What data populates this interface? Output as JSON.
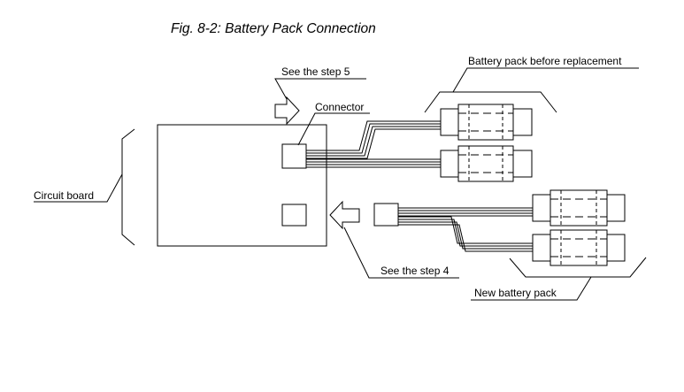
{
  "figure": {
    "title": "Fig. 8-2: Battery Pack Connection"
  },
  "labels": {
    "see_step_5": "See the step 5",
    "connector": "Connector",
    "battery_before": "Battery pack before replacement",
    "circuit_board": "Circuit board",
    "see_step_4": "See the step 4",
    "new_battery": "New battery pack"
  }
}
